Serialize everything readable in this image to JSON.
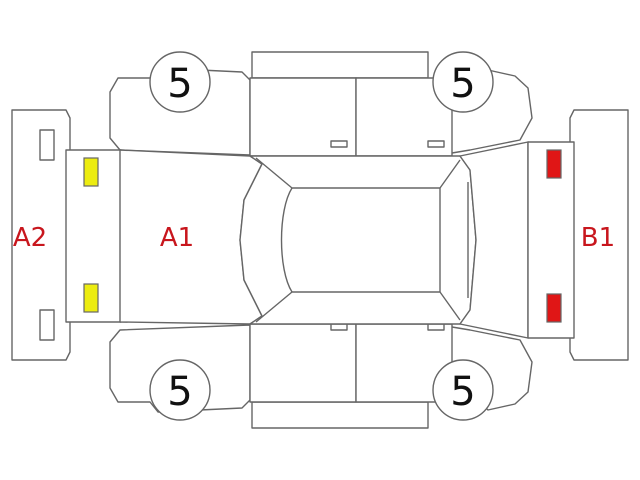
{
  "zones": {
    "front_bumper": "A2",
    "front_panel": "A1",
    "rear_panel": "B1"
  },
  "wheels": {
    "front_left": "5",
    "rear_left": "5",
    "front_right": "5",
    "rear_right": "5"
  },
  "markers": {
    "front_color": "#ecec10",
    "rear_color": "#e01616"
  }
}
